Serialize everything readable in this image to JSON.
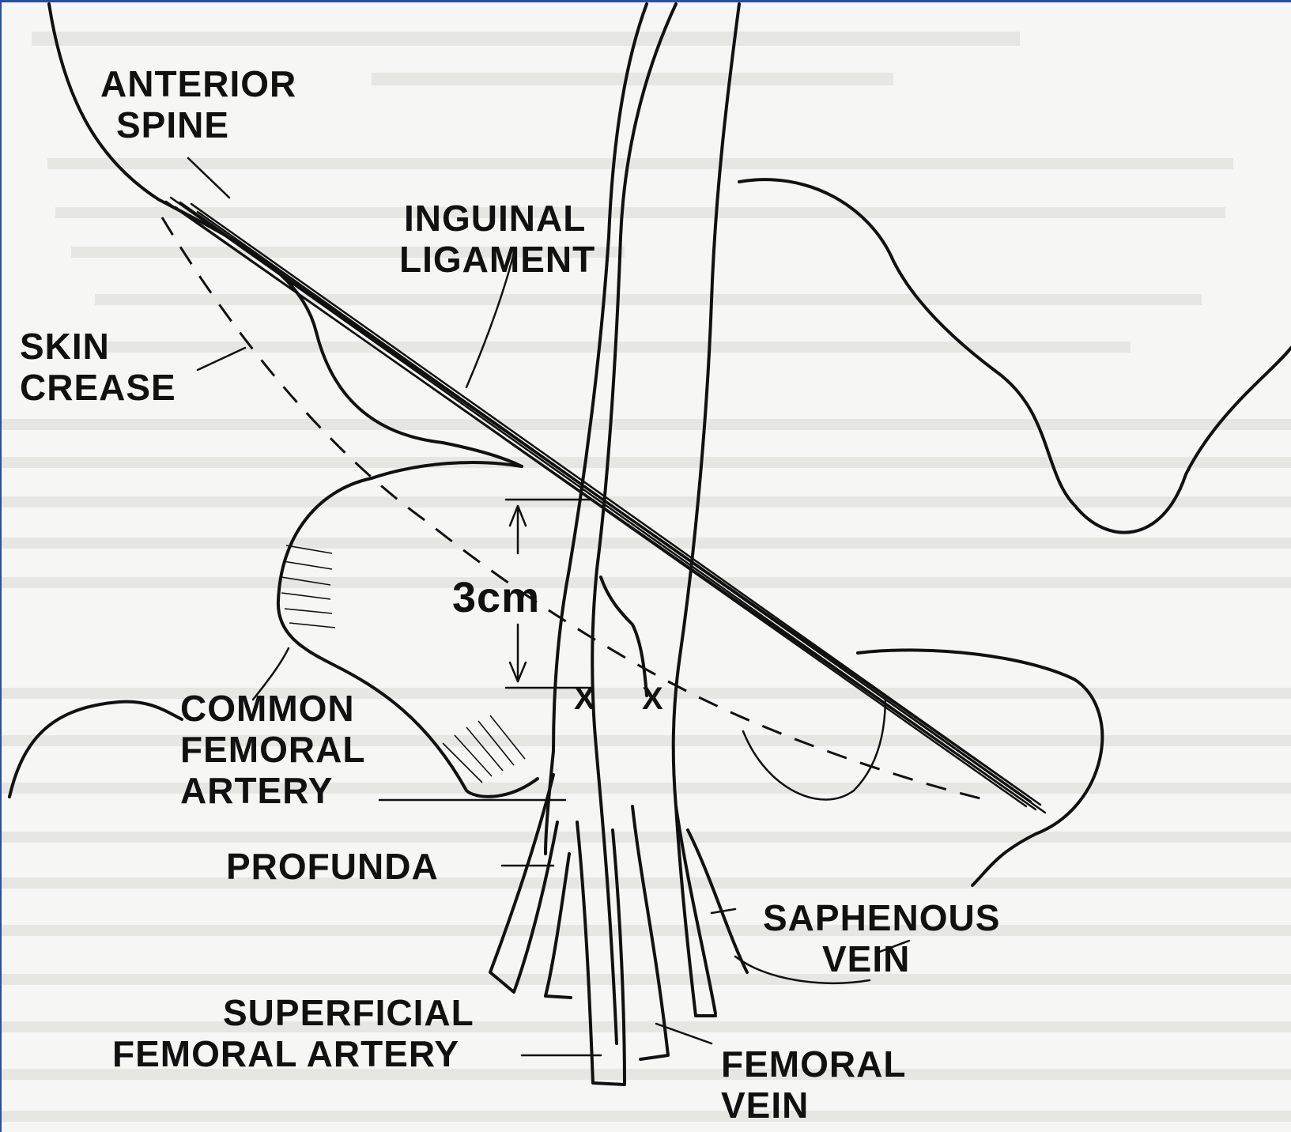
{
  "labels": {
    "anterior_spine": [
      "ANTERIOR",
      "SPINE"
    ],
    "inguinal_ligament": [
      "INGUINAL",
      "LIGAMENT"
    ],
    "skin_crease": [
      "SKIN",
      "CREASE"
    ],
    "distance": "3cm",
    "common_femoral_artery": [
      "COMMON",
      "FEMORAL",
      "ARTERY"
    ],
    "profunda": "PROFUNDA",
    "saphenous_vein": [
      "SAPHENOUS",
      "VEIN"
    ],
    "superficial_femoral_artery": [
      "SUPERFICIAL",
      "FEMORAL ARTERY"
    ],
    "femoral_vein": [
      "FEMORAL",
      "VEIN"
    ],
    "puncture_marks": [
      "X",
      "X"
    ]
  }
}
